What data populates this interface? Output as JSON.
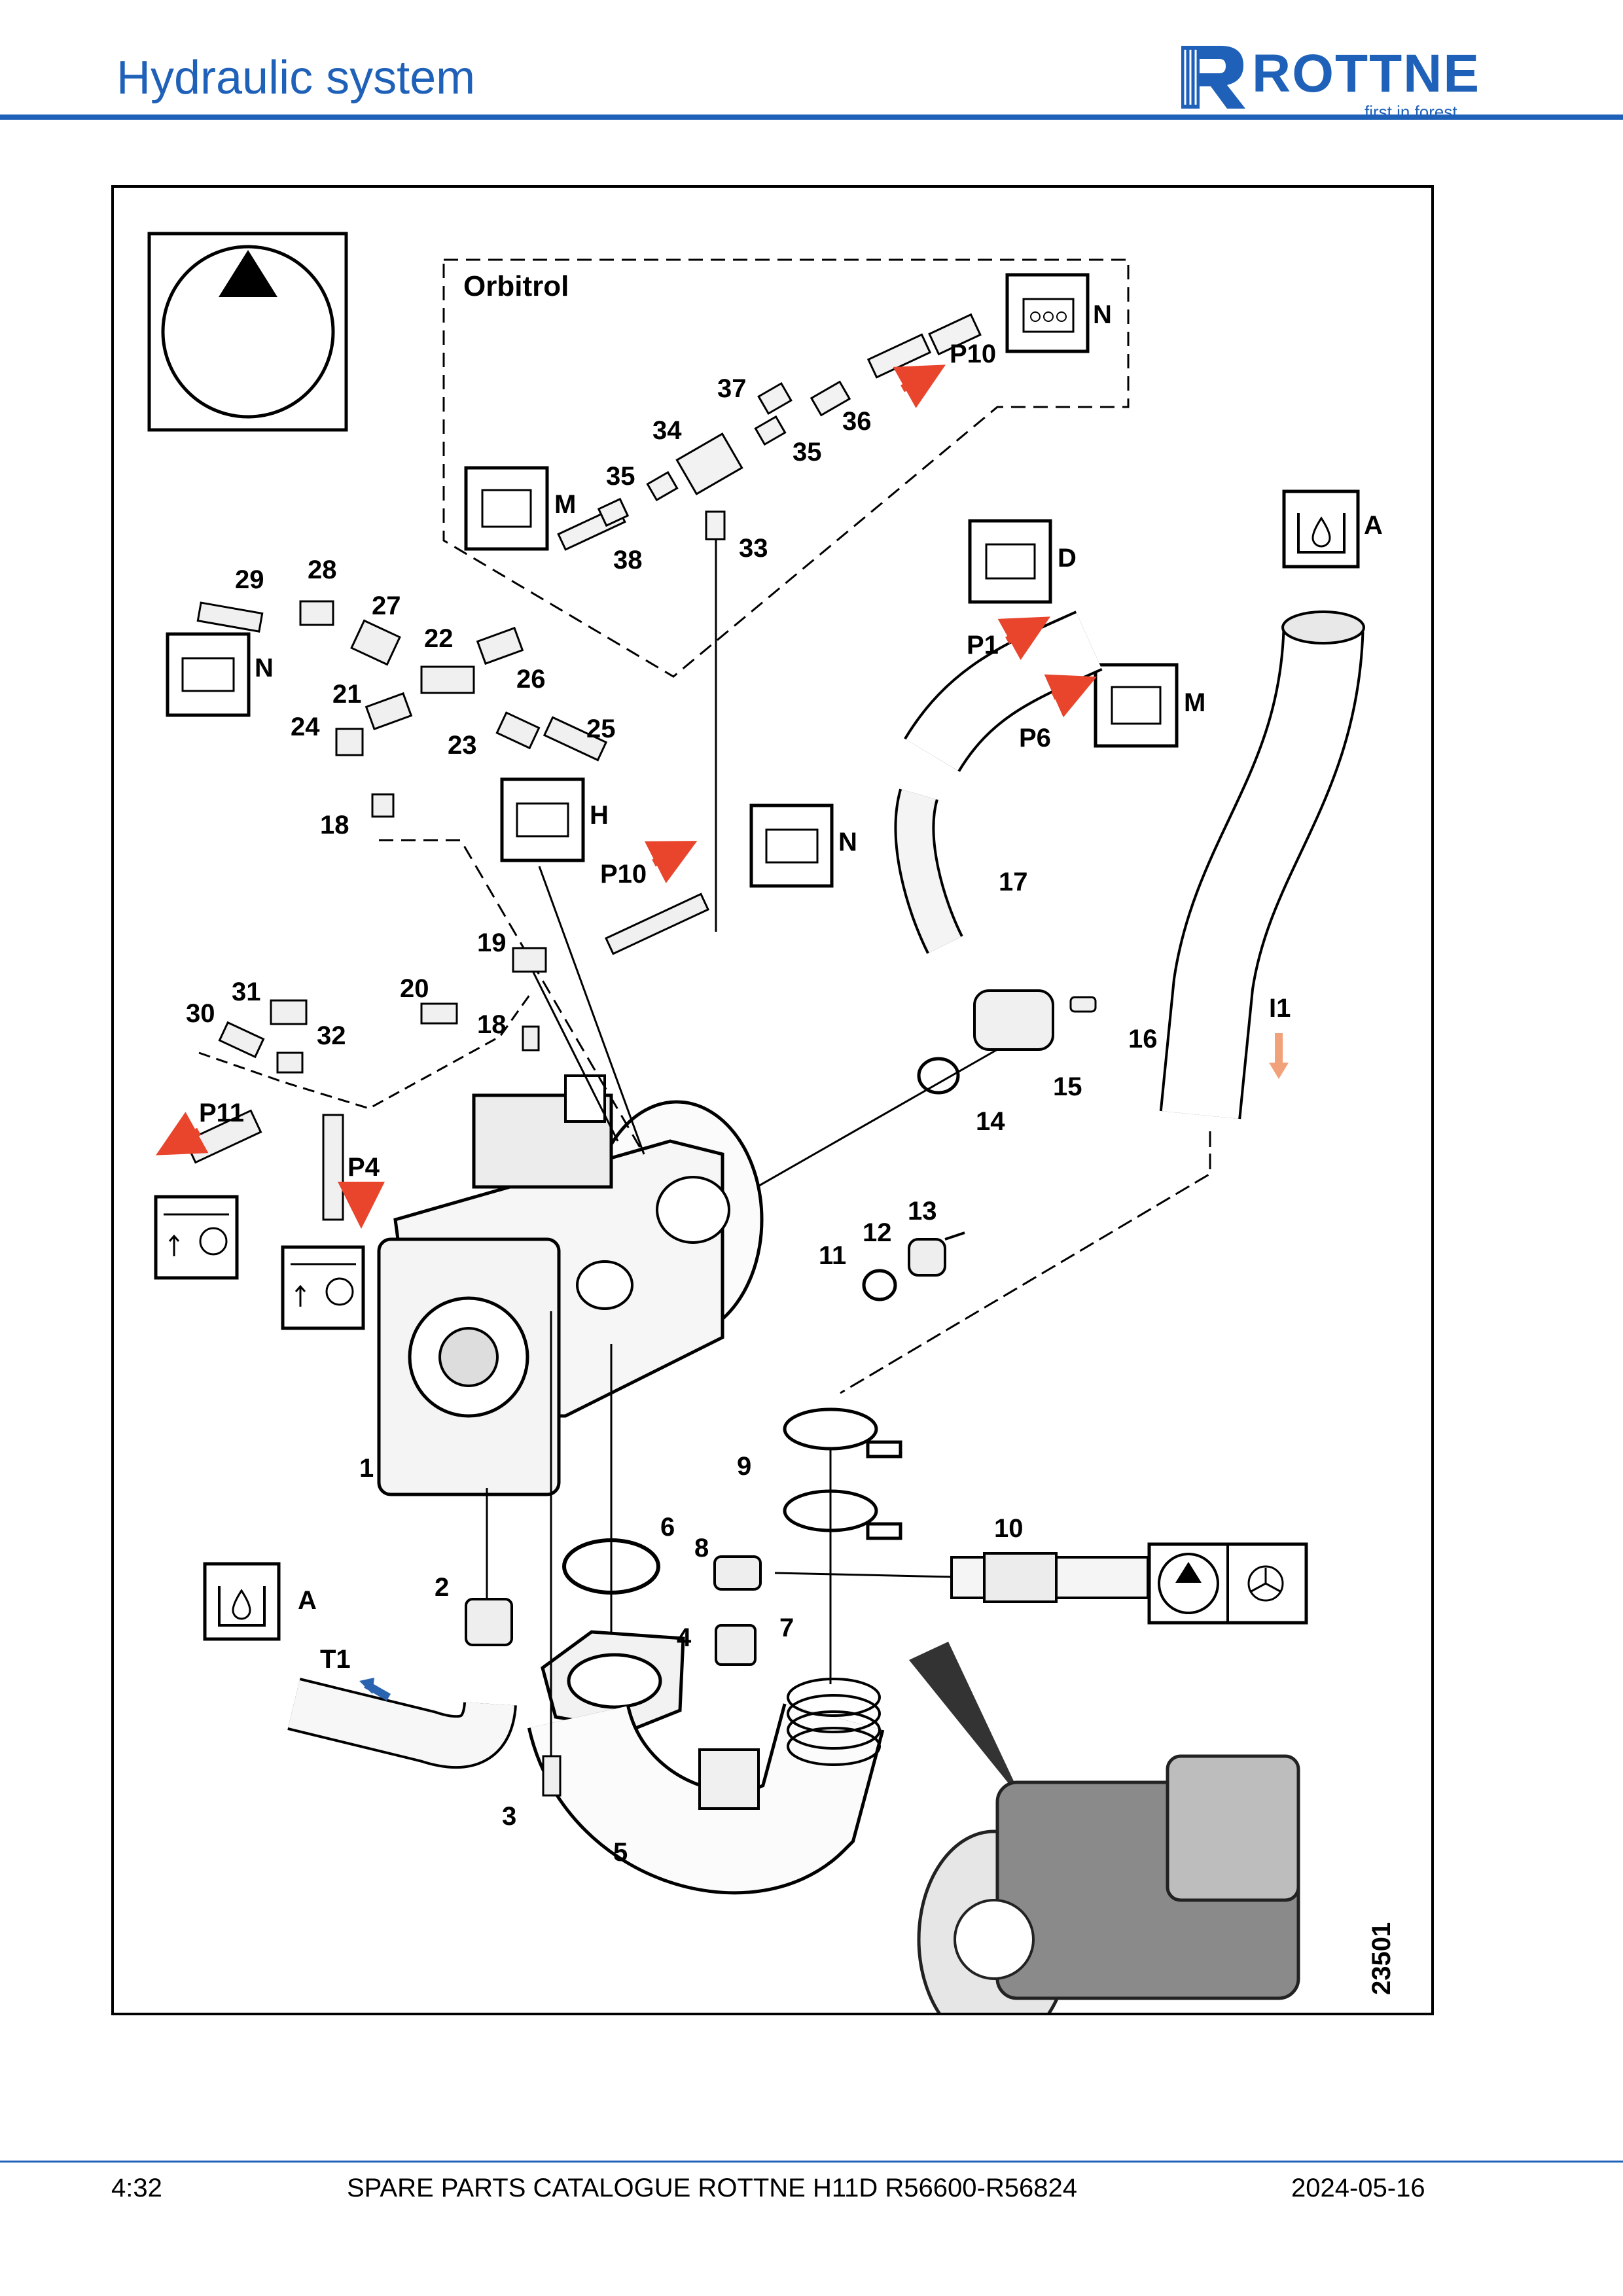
{
  "header": {
    "title": "Hydraulic system",
    "brand_name": "ROTTNE",
    "brand_tagline": "first in forest"
  },
  "footer": {
    "page_number": "4:32",
    "catalogue_title": "SPARE PARTS CATALOGUE ROTTNE H11D R56600-R56824",
    "date": "2024-05-16"
  },
  "diagram": {
    "illustration_number": "23501",
    "group_label": "Orbitrol",
    "callouts": {
      "c1": "1",
      "c2": "2",
      "c3": "3",
      "c4": "4",
      "c5": "5",
      "c6": "6",
      "c7": "7",
      "c8": "8",
      "c9": "9",
      "c10": "10",
      "c11": "11",
      "c12": "12",
      "c13": "13",
      "c14": "14",
      "c15": "15",
      "c16": "16",
      "c17": "17",
      "c18a": "18",
      "c18b": "18",
      "c19": "19",
      "c20": "20",
      "c21": "21",
      "c22": "22",
      "c23": "23",
      "c24": "24",
      "c25": "25",
      "c26": "26",
      "c27": "27",
      "c28": "28",
      "c29": "29",
      "c30": "30",
      "c31": "31",
      "c32": "32",
      "c33": "33",
      "c34": "34",
      "c35a": "35",
      "c35b": "35",
      "c36": "36",
      "c37": "37",
      "c38": "38"
    },
    "connection_labels": {
      "p10_top": "P10",
      "p10_mid": "P10",
      "p1": "P1",
      "p6": "P6",
      "p11": "P11",
      "p4": "P4",
      "t1": "T1",
      "i1": "I1"
    },
    "connector_labels": {
      "n_top": "N",
      "n_left": "N",
      "n_mid": "N",
      "m_orbitrol": "M",
      "m_right": "M",
      "d": "D",
      "h": "H",
      "a_top": "A",
      "a_bottom": "A"
    },
    "colors": {
      "arrow_pressure": "#e8452c",
      "arrow_return": "#2a63b0",
      "arrow_suction": "#f2a27a",
      "brand": "#1f61b8"
    }
  }
}
